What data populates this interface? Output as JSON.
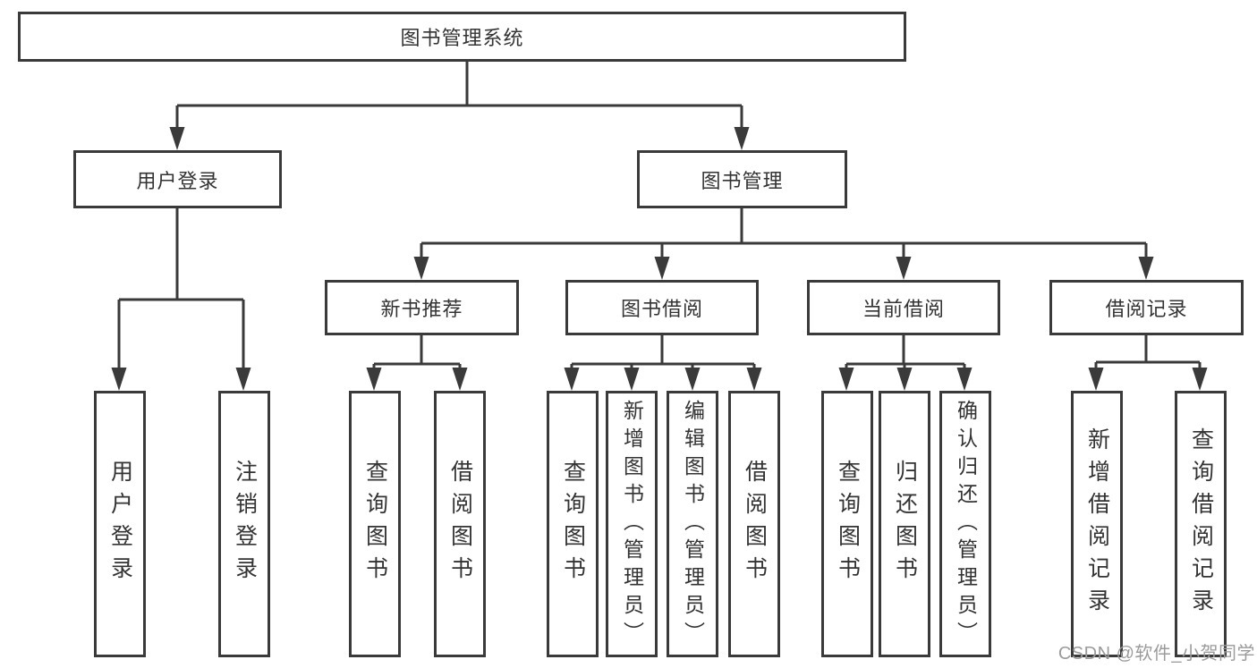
{
  "colors": {
    "line": "#3a3a3a",
    "text": "#333333",
    "box_background": "#ffffff",
    "page_background": "#ffffff",
    "watermark": "#9b9b9b"
  },
  "watermark": {
    "text": "CSDN @软件_小贺同学"
  },
  "tree": {
    "root": {
      "label": "图书管理系统"
    },
    "branches": [
      {
        "label": "用户登录",
        "leaves": [
          "用户登录",
          "注销登录"
        ]
      },
      {
        "label": "图书管理",
        "sections": [
          {
            "label": "新书推荐",
            "leaves": [
              "查询图书",
              "借阅图书"
            ]
          },
          {
            "label": "图书借阅",
            "leaves": [
              "查询图书",
              "新增图书（管理员）",
              "编辑图书（管理员）",
              "借阅图书"
            ]
          },
          {
            "label": "当前借阅",
            "leaves": [
              "查询图书",
              "归还图书",
              "确认归还（管理员）"
            ]
          },
          {
            "label": "借阅记录",
            "leaves": [
              "新增借阅记录",
              "查询借阅记录"
            ]
          }
        ]
      }
    ]
  }
}
